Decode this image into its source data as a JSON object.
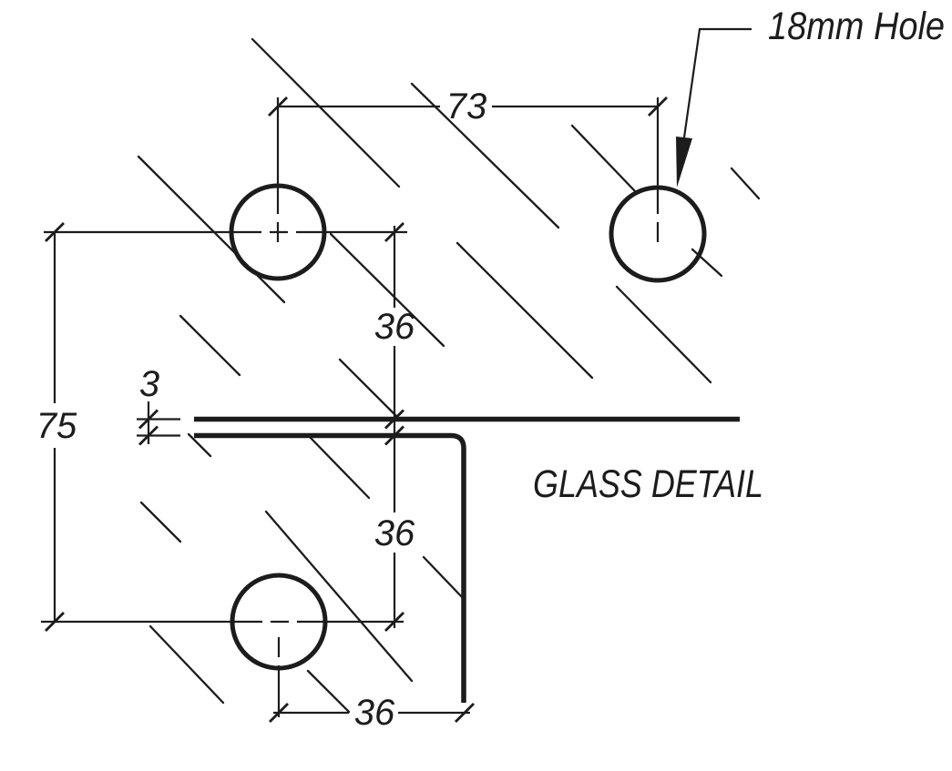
{
  "drawing": {
    "title": "GLASS DETAIL",
    "callout": "18mm Hole",
    "dimensions": {
      "hole_spacing_horizontal": "73",
      "overall_height": "75",
      "upper_hole_to_glass_edge": "36",
      "glass_edge_to_lower_hole": "36",
      "lower_hole_to_corner": "36",
      "glass_thickness": "3"
    },
    "colors": {
      "line": "#1c1c1c",
      "background": "#ffffff"
    }
  }
}
